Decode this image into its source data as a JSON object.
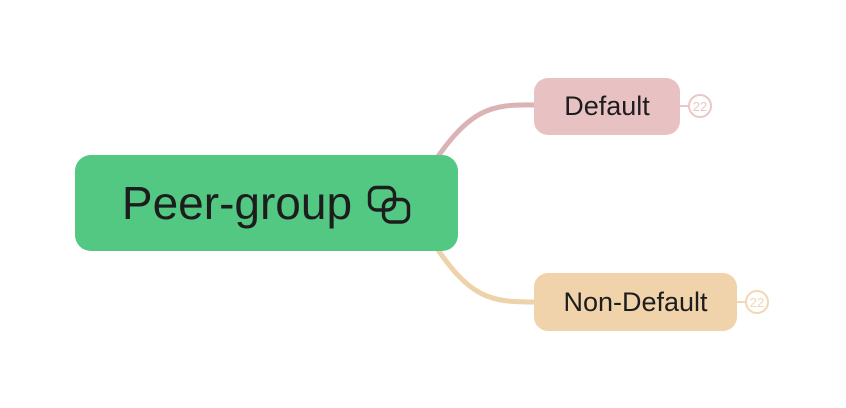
{
  "mindmap": {
    "root": {
      "label": "Peer-group",
      "fill": "#52C882",
      "text_color": "#1D1D1D",
      "icon": "linked-topics-icon"
    },
    "branches": [
      {
        "label": "Default",
        "count": "22",
        "fill": "#E8C1C3",
        "text_color": "#1D1D1D",
        "branch_color": "#DBB3B5",
        "badge_color": "#ECC6C7"
      },
      {
        "label": "Non-Default",
        "count": "22",
        "fill": "#F1D3AB",
        "text_color": "#1D1D1D",
        "branch_color": "#EED2A9",
        "badge_color": "#F2D7B2"
      }
    ]
  }
}
